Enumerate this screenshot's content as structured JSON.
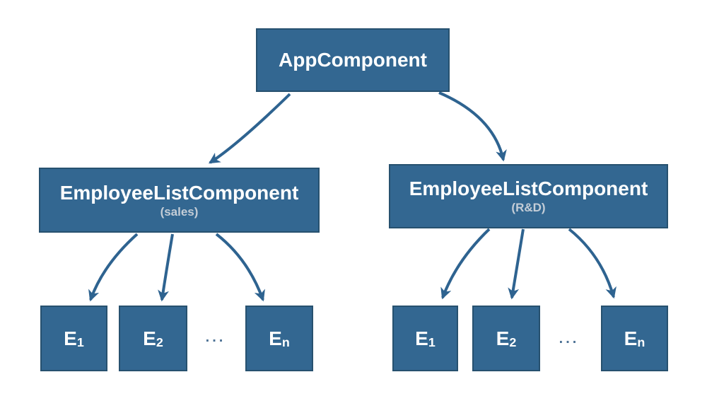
{
  "colors": {
    "node_fill": "#336791",
    "node_border": "#27516f",
    "arrow": "#2e6390",
    "title_text": "#ffffff",
    "subtitle_text": "#c4cdd7",
    "ellipsis": "#4d7295",
    "bg": "#ffffff"
  },
  "root": {
    "label": "AppComponent"
  },
  "groups": [
    {
      "title": "EmployeeListComponent",
      "subtitle": "(sales)",
      "ellipsis": "...",
      "leaves": [
        {
          "base": "E",
          "sub": "1"
        },
        {
          "base": "E",
          "sub": "2"
        },
        {
          "base": "E",
          "sub": "n"
        }
      ]
    },
    {
      "title": "EmployeeListComponent",
      "subtitle": "(R&D)",
      "ellipsis": "...",
      "leaves": [
        {
          "base": "E",
          "sub": "1"
        },
        {
          "base": "E",
          "sub": "2"
        },
        {
          "base": "E",
          "sub": "n"
        }
      ]
    }
  ]
}
